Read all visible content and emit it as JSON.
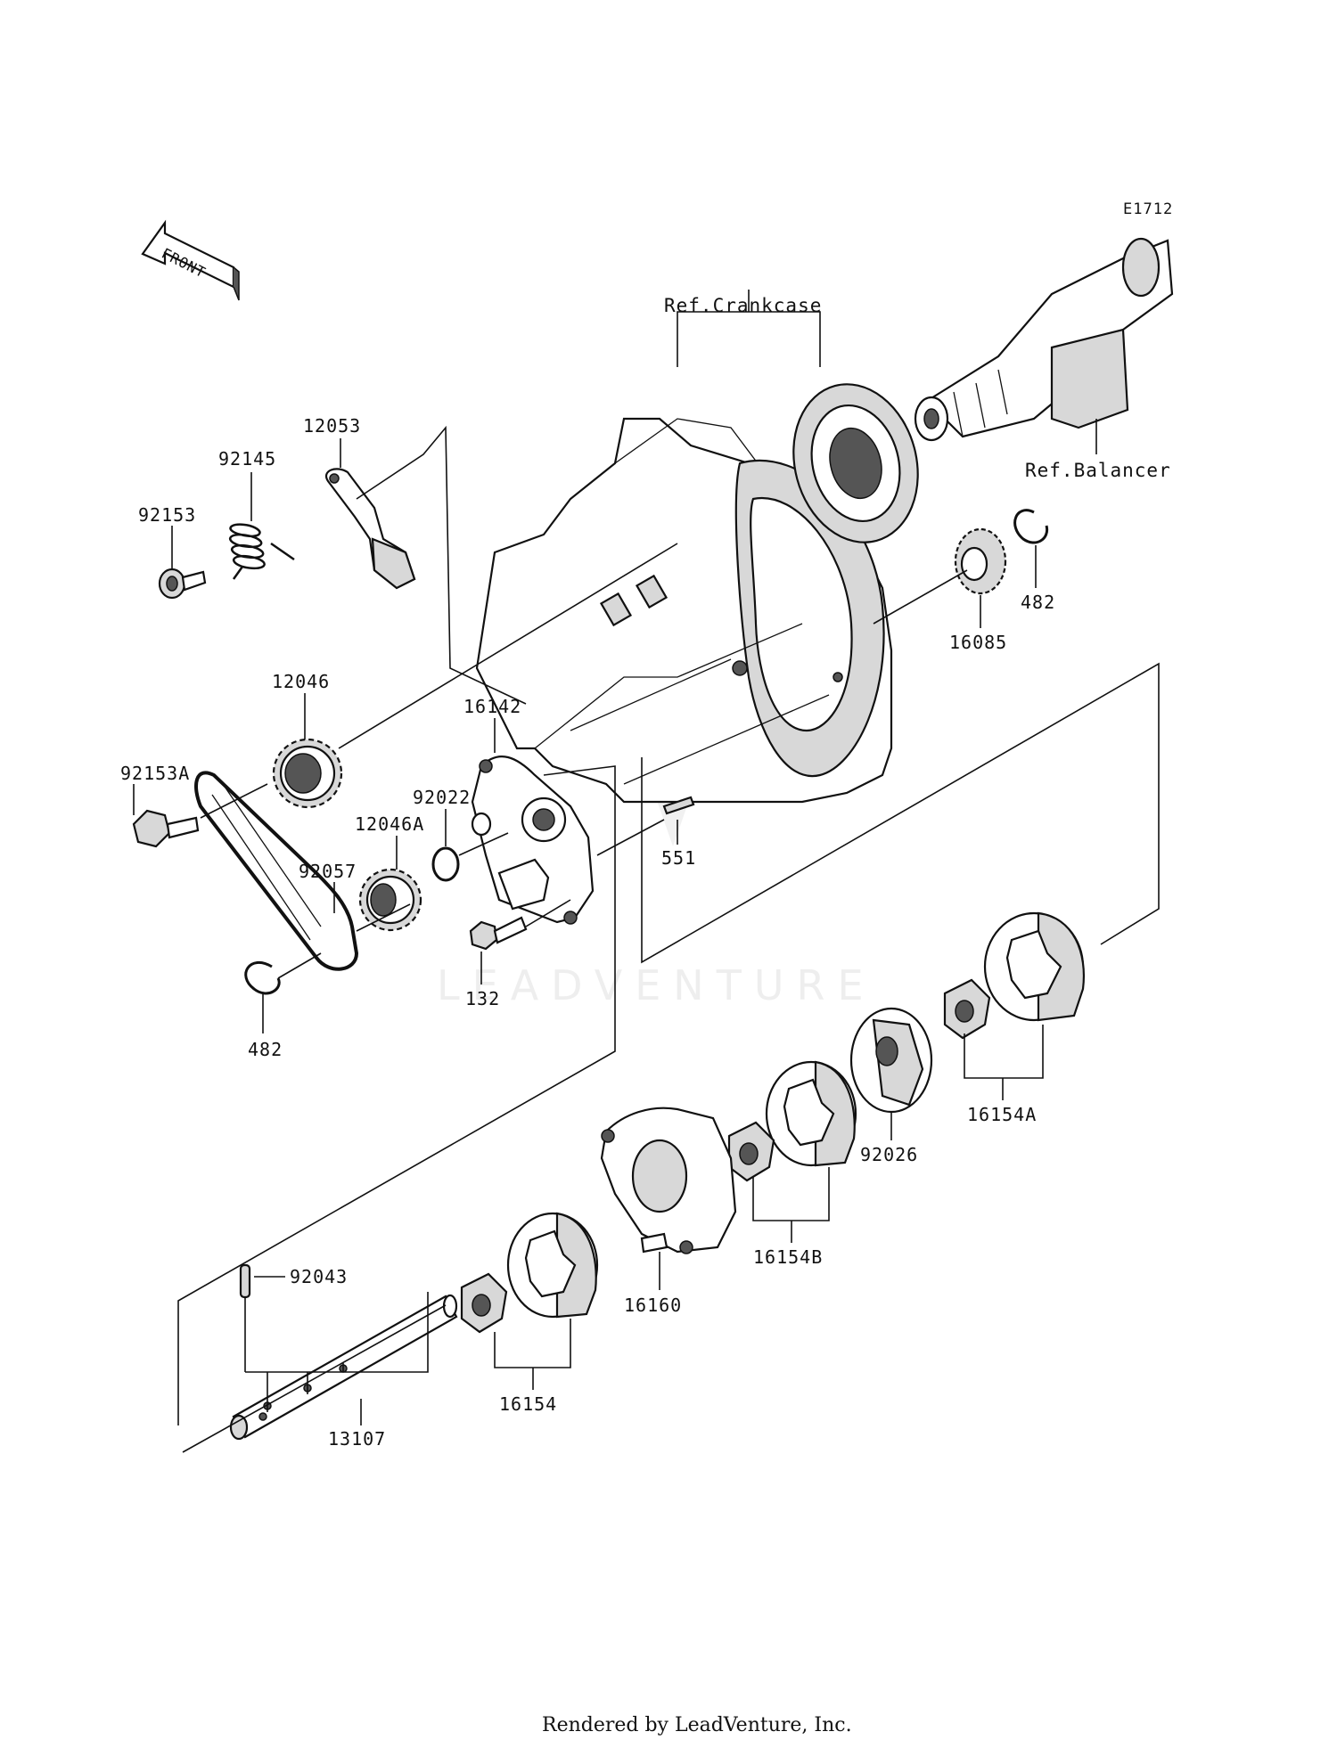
{
  "diagram_code": "E1712",
  "direction_label": "FRONT",
  "reference_labels": {
    "crankcase": "Ref.Crankcase",
    "balancer": "Ref.Balancer"
  },
  "part_labels": {
    "p12053": "12053",
    "p92145": "92145",
    "p92153": "92153",
    "p12046": "12046",
    "p16142": "16142",
    "p92153A": "92153A",
    "p92022": "92022",
    "p12046A": "12046A",
    "p92057": "92057",
    "p551": "551",
    "p132": "132",
    "p482_left": "482",
    "p482_right": "482",
    "p16085": "16085",
    "p16154A": "16154A",
    "p92026": "92026",
    "p16154B": "16154B",
    "p16160": "16160",
    "p92043": "92043",
    "p16154": "16154",
    "p13107": "13107"
  },
  "watermark": "LEADVENTURE",
  "footer": "Rendered by LeadVenture, Inc."
}
